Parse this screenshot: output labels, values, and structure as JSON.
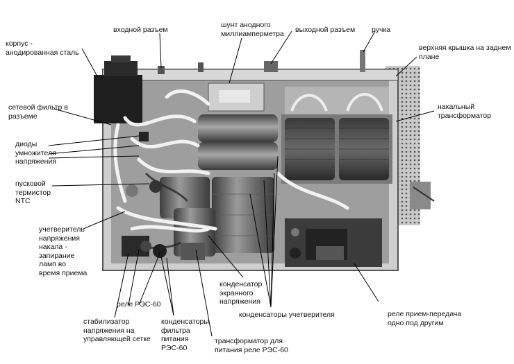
{
  "labels": {
    "korpus": "корпус -\nанодированная сталь",
    "vkhodnoy": "входной разъем",
    "shunt": "шунт анодного\nмиллиамперметра",
    "vykhodnoy": "выходной разъем",
    "ruchka": "ручка",
    "kryshka": "верхняя крышка на заднем\nплане",
    "setevoy": "сетевой фильтр в\nразъеме",
    "nakalny": "накальный\nтрансформатор",
    "diody": "диоды\nумножителя\nнапряжения",
    "termistor": "пусковой\nтермистор\nNTC",
    "uchetveritel": "учетверитель\nнапряжения\nнакала -\nзапирание\nламп во\nвремя приема",
    "kondensator_ekran": "конденсатор\nэкранного\nнапряжения",
    "rele_res": "реле РЭС-60",
    "kondensatory_uchet": "конденсаторы учетверителя",
    "rele_priem": "реле прием-передача\nодно под другим",
    "stabilizator": "стабилизатор\nнапряжения на\nуправляющей сетке",
    "kondensatory_filtra": "конденсаторы\nфильтра\nпитания\nРЭС-60",
    "transformator_rele": "трансформатор для\nпитания реле РЭС-60"
  },
  "colors": {
    "chassis_dark": "#2b2b2b",
    "chassis_light": "#bdbdbd",
    "leader": "#000000"
  }
}
